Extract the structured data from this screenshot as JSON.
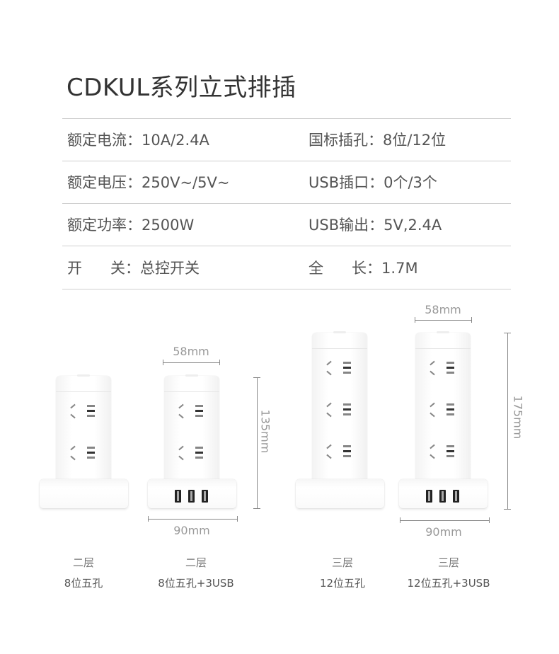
{
  "title": "CDKUL系列立式排插",
  "specs": [
    {
      "left": "额定电流：10A/2.4A",
      "right": "国标插孔：8位/12位"
    },
    {
      "left": "额定电压：250V~/5V~",
      "right": "USB插口：0个/3个"
    },
    {
      "left": "额定功率：2500W",
      "right": "USB输出：5V,2.4A"
    },
    {
      "left": "开      关：总控开关",
      "right": "全      长：1.7M"
    }
  ],
  "products": [
    {
      "tiers": 2,
      "usb": 0,
      "caption_top": "二层",
      "caption_bottom": "8位五孔"
    },
    {
      "tiers": 2,
      "usb": 3,
      "caption_top": "二层",
      "caption_bottom": "8位五孔+3USB"
    },
    {
      "tiers": 3,
      "usb": 0,
      "caption_top": "三层",
      "caption_bottom": "12位五孔"
    },
    {
      "tiers": 3,
      "usb": 3,
      "caption_top": "三层",
      "caption_bottom": "12位五孔+3USB"
    }
  ],
  "dimensions": {
    "top_width_small": "58mm",
    "height_small": "135mm",
    "base_width_small": "90mm",
    "top_width_large": "58mm",
    "height_large": "175mm",
    "base_width_large": "90mm"
  }
}
